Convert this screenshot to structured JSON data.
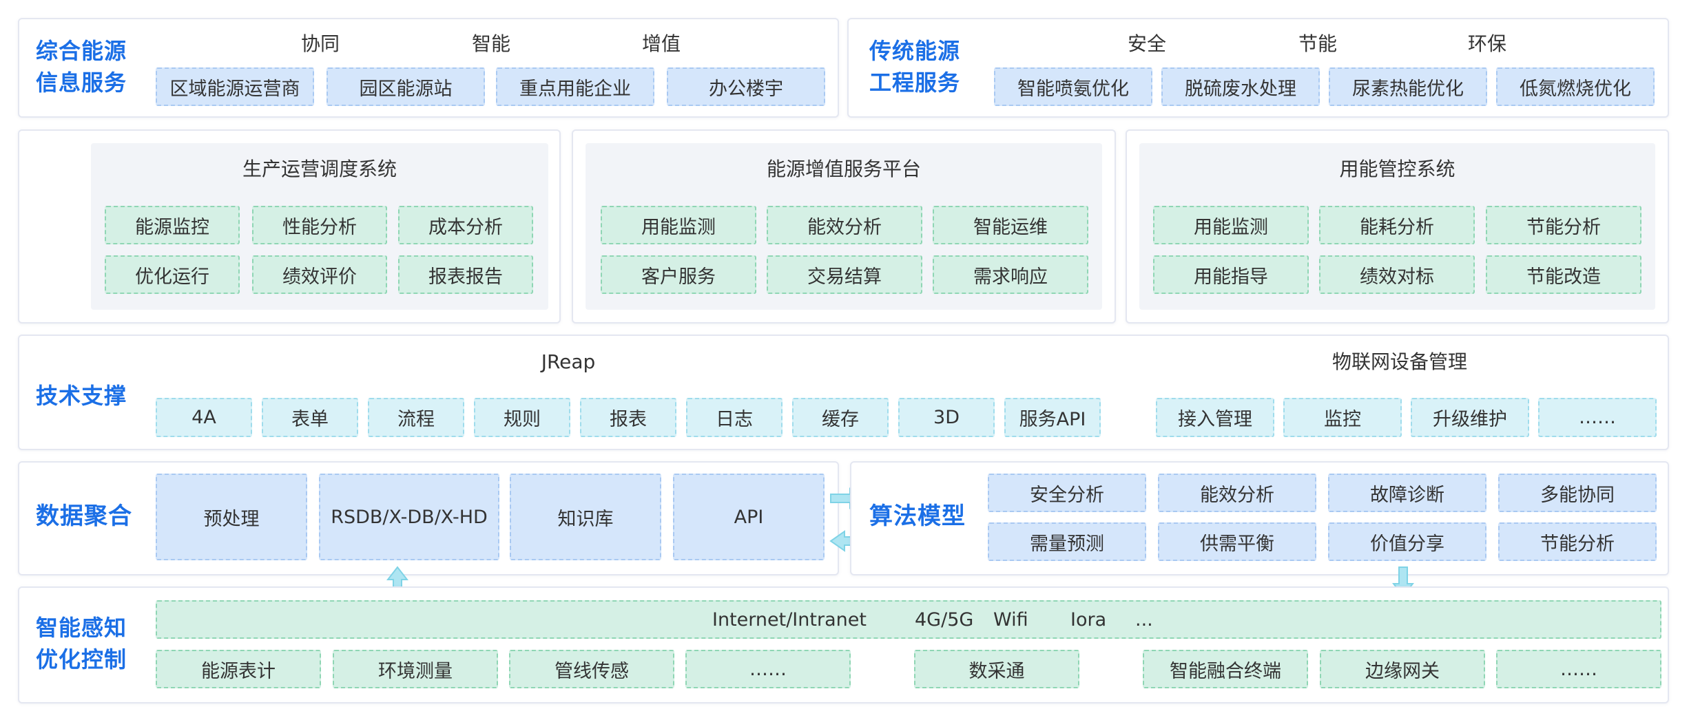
{
  "integrated_energy": {
    "title_line1": "综合能源",
    "title_line2": "信息服务",
    "categories": [
      "协同",
      "智能",
      "增值"
    ],
    "items": [
      "区域能源运营商",
      "园区能源站",
      "重点用能企业",
      "办公楼宇"
    ]
  },
  "traditional_energy": {
    "title_line1": "传统能源",
    "title_line2": "工程服务",
    "categories": [
      "安全",
      "节能",
      "环保"
    ],
    "items": [
      "智能喷氨优化",
      "脱硫废水处理",
      "尿素热能优化",
      "低氮燃烧优化"
    ]
  },
  "platform_apps": {
    "title_chars": [
      "平",
      "台",
      "应",
      "用"
    ],
    "systems": [
      {
        "name": "生产运营调度系统",
        "items": [
          "能源监控",
          "性能分析",
          "成本分析",
          "优化运行",
          "绩效评价",
          "报表报告"
        ]
      },
      {
        "name": "能源增值服务平台",
        "items": [
          "用能监测",
          "能效分析",
          "智能运维",
          "客户服务",
          "交易结算",
          "需求响应"
        ]
      },
      {
        "name": "用能管控系统",
        "items": [
          "用能监测",
          "能耗分析",
          "节能分析",
          "用能指导",
          "绩效对标",
          "节能改造"
        ]
      }
    ]
  },
  "tech_support": {
    "title": "技术支撑",
    "jreap_label": "JReap",
    "jreap_items": [
      "4A",
      "表单",
      "流程",
      "规则",
      "报表",
      "日志",
      "缓存",
      "3D",
      "服务API"
    ],
    "iot_label": "物联网设备管理",
    "iot_items": [
      "接入管理",
      "监控",
      "升级维护",
      "……"
    ]
  },
  "data_aggregation": {
    "title": "数据聚合",
    "items": [
      "预处理",
      "RSDB/X-DB/X-HD",
      "知识库",
      "API"
    ]
  },
  "algorithm_models": {
    "title": "算法模型",
    "items": [
      "安全分析",
      "能效分析",
      "故障诊断",
      "多能协同",
      "需量预测",
      "供需平衡",
      "价值分享",
      "节能分析"
    ]
  },
  "smart_sensing": {
    "title_line1": "智能感知",
    "title_line2": "优化控制",
    "network_bar": {
      "internet": "Internet/Intranet",
      "cellular": "4G/5G",
      "wifi": "Wifi",
      "lora": "Iora",
      "more": "..."
    },
    "items": [
      "能源表计",
      "环境测量",
      "管线传感",
      "……",
      "数采通",
      "智能融合终端",
      "边缘网关",
      "……"
    ]
  },
  "colors": {
    "title_blue": "#1b6fe6",
    "box_blue": "#d5e6fb",
    "box_green": "#d5f0e5",
    "box_cyan": "#d9f2f8",
    "arrow_cyan": "#7fd3e6"
  }
}
